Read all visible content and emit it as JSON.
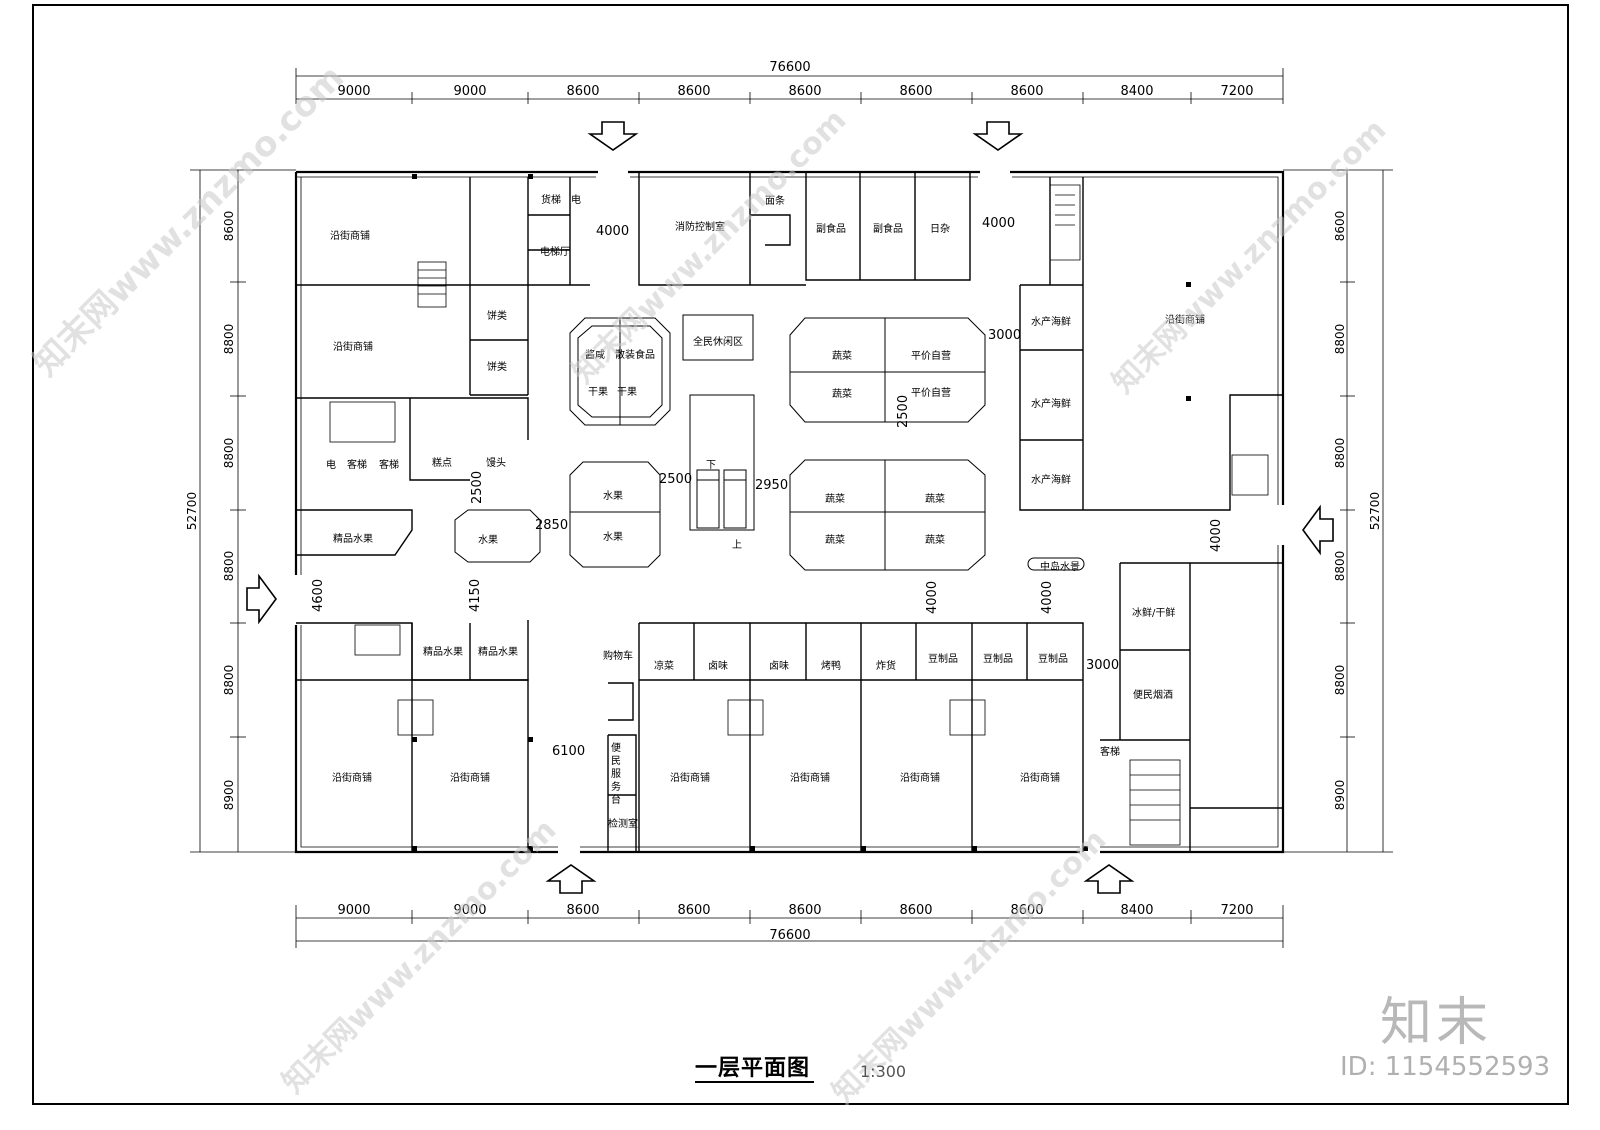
{
  "drawing": {
    "title": "一层平面图",
    "scale": "1:300",
    "brand": "知末",
    "id_text": "ID: 1154552593",
    "watermark": "知末网www.znzmo.com"
  },
  "dimensions": {
    "top_total": "76600",
    "top_bays": [
      "9000",
      "9000",
      "8600",
      "8600",
      "8600",
      "8600",
      "8600",
      "8400",
      "7200"
    ],
    "bottom_total": "76600",
    "bottom_bays": [
      "9000",
      "9000",
      "8600",
      "8600",
      "8600",
      "8600",
      "8600",
      "8400",
      "7200"
    ],
    "left_total": "52700",
    "left_bays": [
      "8600",
      "8800",
      "8800",
      "8800",
      "8800",
      "8900"
    ],
    "right_total": "52700",
    "right_bays": [
      "8600",
      "8800",
      "8800",
      "8800",
      "8800",
      "8900"
    ],
    "inner": [
      "4000",
      "4000",
      "3000",
      "2500",
      "2500",
      "2950",
      "2500",
      "2850",
      "4600",
      "4150",
      "4000",
      "4000",
      "4000",
      "3000",
      "6100"
    ]
  },
  "rooms": [
    "沿街商铺",
    "沿街商铺",
    "沿街商铺",
    "沿街商铺",
    "沿街商铺",
    "沿街商铺",
    "沿街商铺",
    "沿街商铺",
    "沿街商铺",
    "货梯",
    "电",
    "电梯厅",
    "消防控制室",
    "面条",
    "副食品",
    "副食品",
    "日杂",
    "饼类",
    "饼类",
    "糕点",
    "馒头",
    "电",
    "客梯",
    "客梯",
    "精品水果",
    "精品水果",
    "精品水果",
    "酱咸",
    "散装食品",
    "干果",
    "干果",
    "全民休闲区",
    "蔬菜",
    "平价自营",
    "蔬菜",
    "平价自营",
    "水产海鲜",
    "水产海鲜",
    "水产海鲜",
    "水果",
    "水果",
    "水果",
    "蔬菜",
    "蔬菜",
    "蔬菜",
    "蔬菜",
    "中岛水景",
    "购物车",
    "凉菜",
    "卤味",
    "卤味",
    "烤鸭",
    "炸货",
    "豆制品",
    "豆制品",
    "豆制品",
    "冰鲜/干鲜",
    "便民烟酒",
    "便民服务台",
    "检测室",
    "客梯",
    "下",
    "上"
  ]
}
